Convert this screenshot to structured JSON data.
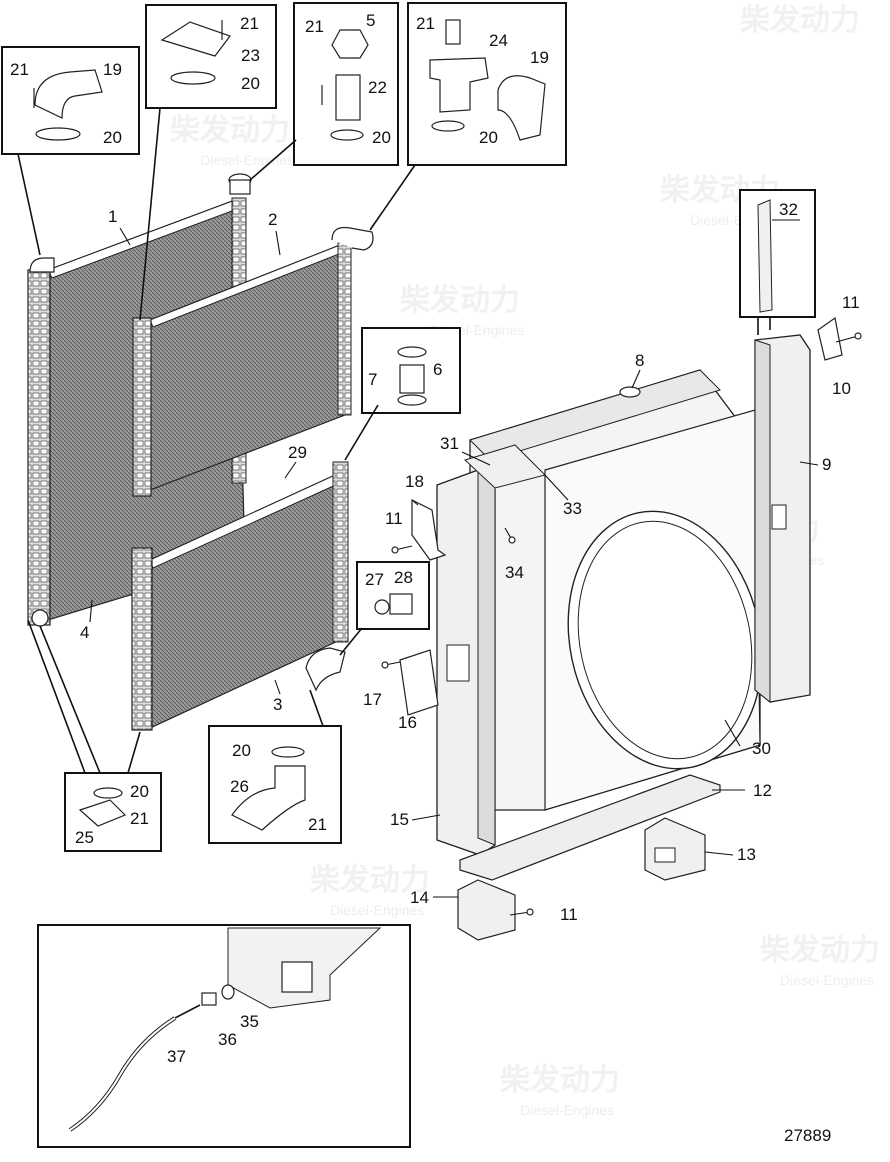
{
  "drawing_number": "27889",
  "watermark": {
    "brand_cn": "柴发动力",
    "brand_en": "Diesel-Engines"
  },
  "callouts": {
    "c1": "1",
    "c2": "2",
    "c3": "3",
    "c4": "4",
    "c5": "5",
    "c6": "6",
    "c7": "7",
    "c8": "8",
    "c9": "9",
    "c10": "10",
    "c11a": "11",
    "c11b": "11",
    "c11c": "11",
    "c12": "12",
    "c13": "13",
    "c14": "14",
    "c15": "15",
    "c16": "16",
    "c17": "17",
    "c18": "18",
    "c19a": "19",
    "c19b": "19",
    "c20a": "20",
    "c20b": "20",
    "c20c": "20",
    "c20d": "20",
    "c20e": "20",
    "c20f": "20",
    "c21a": "21",
    "c21b": "21",
    "c21c": "21",
    "c21d": "21",
    "c21e": "21",
    "c21f": "21",
    "c22": "22",
    "c23": "23",
    "c24": "24",
    "c25": "25",
    "c26": "26",
    "c27": "27",
    "c28": "28",
    "c29": "29",
    "c30": "30",
    "c31": "31",
    "c32": "32",
    "c33": "33",
    "c34": "34",
    "c35": "35",
    "c36": "36",
    "c37": "37"
  }
}
